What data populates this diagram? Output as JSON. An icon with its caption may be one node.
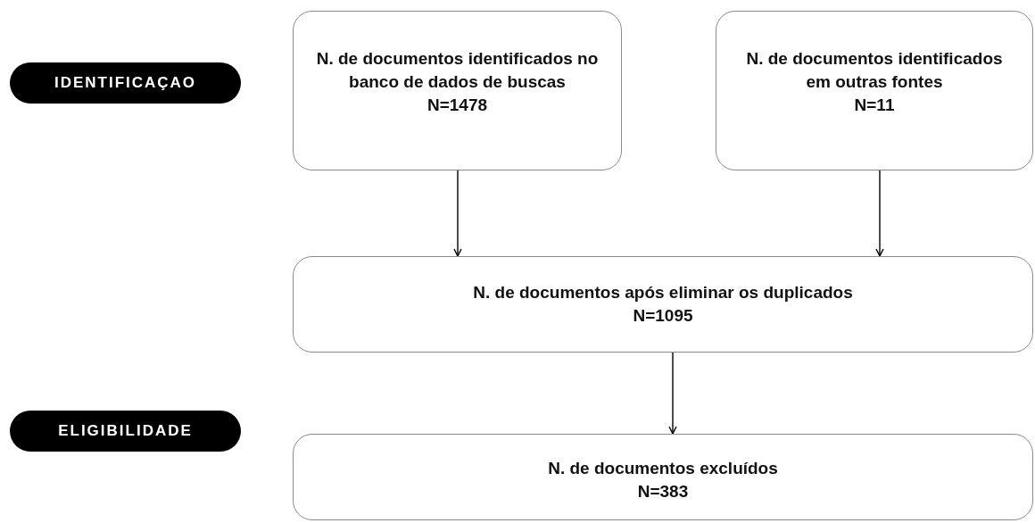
{
  "diagram": {
    "nodes": [
      {
        "text": [
          "IDENTIFICAÇAO"
        ]
      },
      {
        "text": [
          "N. de documentos identificados no banco de dados de buscas",
          "N=1478"
        ]
      },
      {
        "text": [
          "N. de documentos identificados em outras fontes",
          "N=11"
        ]
      },
      {
        "text": [
          "N. de documentos após eliminar os duplicados",
          "N=1095"
        ]
      },
      {
        "text": [
          "ELIGIBILIDADE"
        ]
      },
      {
        "text": [
          "N. de documentos excluídos",
          "N=383"
        ]
      }
    ],
    "edges": [
      {
        "from": 1,
        "to": 3,
        "arrow": "to"
      },
      {
        "from": 2,
        "to": 3,
        "arrow": "to"
      },
      {
        "from": 3,
        "to": 5,
        "arrow": "to"
      }
    ]
  }
}
